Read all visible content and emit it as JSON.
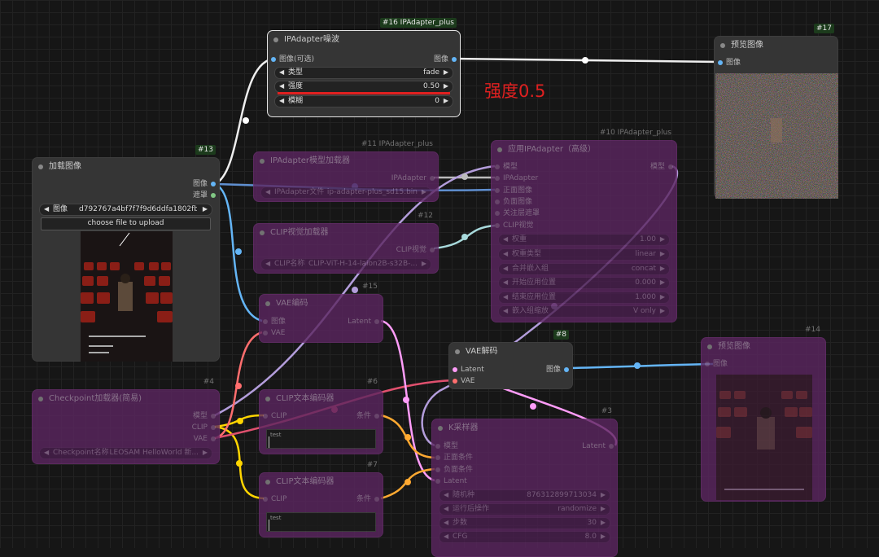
{
  "annotation": "强度0.5",
  "nodes": {
    "ipa_noise": {
      "badge": "#16 IPAdapter_plus",
      "title": "IPAdapter噪波",
      "input": "图像(可选)",
      "output": "图像",
      "w_type_label": "类型",
      "w_type_value": "fade",
      "w_strength_label": "强度",
      "w_strength_value": "0.50",
      "w_blur_label": "模糊",
      "w_blur_value": "0"
    },
    "preview17": {
      "badge": "#17",
      "title": "预览图像",
      "input": "图像"
    },
    "loadimg": {
      "badge": "#13",
      "title": "加载图像",
      "out_image": "图像",
      "out_mask": "遮罩",
      "w_image_label": "图像",
      "w_image_value": "d792767a4bf7f7f9d6ddfa1802fb76...",
      "upload_label": "choose file to upload"
    },
    "ipa_loader": {
      "badge": "#11 IPAdapter_plus",
      "title": "IPAdapter模型加载器",
      "out": "IPAdapter",
      "w_label": "IPAdapter文件",
      "w_value": "ip-adapter-plus_sd15.bin"
    },
    "clip_loader": {
      "badge": "#12",
      "title": "CLIP视觉加载器",
      "out": "CLIP视觉",
      "w_label": "CLIP名称",
      "w_value": "CLIP-ViT-H-14-laion2B-s32B-..."
    },
    "vae_enc": {
      "badge": "#15",
      "title": "VAE编码",
      "in_image": "图像",
      "in_vae": "VAE",
      "out": "Latent"
    },
    "apply_ipa": {
      "badge": "#10 IPAdapter_plus",
      "title": "应用IPAdapter（高级）",
      "inputs": [
        "模型",
        "IPAdapter",
        "正面图像",
        "负面图像",
        "关注层遮罩",
        "CLIP视觉"
      ],
      "out": "模型",
      "widgets": [
        {
          "label": "权重",
          "value": "1.00"
        },
        {
          "label": "权重类型",
          "value": "linear"
        },
        {
          "label": "合并嵌入组",
          "value": "concat"
        },
        {
          "label": "开始应用位置",
          "value": "0.000"
        },
        {
          "label": "结束应用位置",
          "value": "1.000"
        },
        {
          "label": "嵌入组缩放",
          "value": "V only"
        }
      ]
    },
    "ckpt": {
      "badge": "#4",
      "title": "Checkpoint加载器(简易)",
      "out_model": "模型",
      "out_clip": "CLIP",
      "out_vae": "VAE",
      "w_label": "Checkpoint名称",
      "w_value": "LEOSAM HelloWorld 新..."
    },
    "clip6": {
      "badge": "#6",
      "title": "CLIP文本编码器",
      "in": "CLIP",
      "out": "条件",
      "text": "test"
    },
    "clip7": {
      "badge": "#7",
      "title": "CLIP文本编码器",
      "in": "CLIP",
      "out": "条件",
      "text": "test"
    },
    "vae_dec": {
      "badge": "#8",
      "title": "VAE解码",
      "in_latent": "Latent",
      "in_vae": "VAE",
      "out": "图像"
    },
    "ksampler": {
      "badge": "#3",
      "title": "K采样器",
      "inputs": [
        "模型",
        "正面条件",
        "负面条件",
        "Latent"
      ],
      "out": "Latent",
      "widgets": [
        {
          "label": "随机种",
          "value": "876312899713034"
        },
        {
          "label": "运行后操作",
          "value": "randomize"
        },
        {
          "label": "步数",
          "value": "30"
        },
        {
          "label": "CFG",
          "value": "8.0"
        }
      ]
    },
    "preview14": {
      "badge": "#14",
      "title": "预览图像",
      "input": "图像"
    }
  },
  "colors": {
    "image": "#64b5f6",
    "model": "#b39ddb",
    "clip": "#ffd500",
    "vae": "#ff6e6e",
    "latent": "#ff9cf9",
    "conditioning": "#ffa931",
    "clip_vision": "#a8dadc",
    "ipadapter": "#bbbbbb",
    "bypass": "#5b2660"
  }
}
